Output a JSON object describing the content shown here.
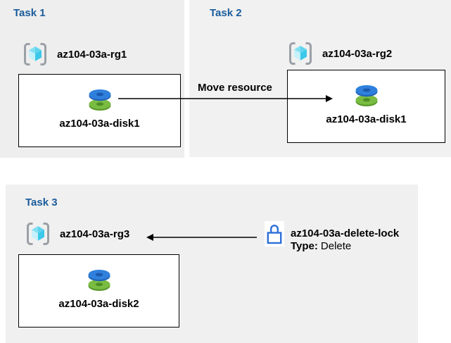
{
  "tasks": [
    {
      "label": "Task 1",
      "resource_group": "az104-03a-rg1",
      "resource": "az104-03a-disk1"
    },
    {
      "label": "Task 2",
      "resource_group": "az104-03a-rg2",
      "resource": "az104-03a-disk1"
    },
    {
      "label": "Task 3",
      "resource_group": "az104-03a-rg3",
      "resource": "az104-03a-disk2",
      "lock": {
        "name": "az104-03a-delete-lock",
        "type_label": "Type:",
        "type_value": "Delete"
      }
    }
  ],
  "arrows": {
    "move_label": "Move resource"
  },
  "colors": {
    "task_label_blue": "#1a5c9b",
    "panel_gray": "#f0f0f0",
    "box_background": "#ffffff",
    "box_border": "#000000",
    "arrow_black": "#000000",
    "lock_blue": "#2e6fd8",
    "disk_blue": "#2f80dc",
    "disk_green": "#7abc41",
    "cube_cyan": "#3cc8e8",
    "bracket_gray": "#9aa0a6"
  }
}
